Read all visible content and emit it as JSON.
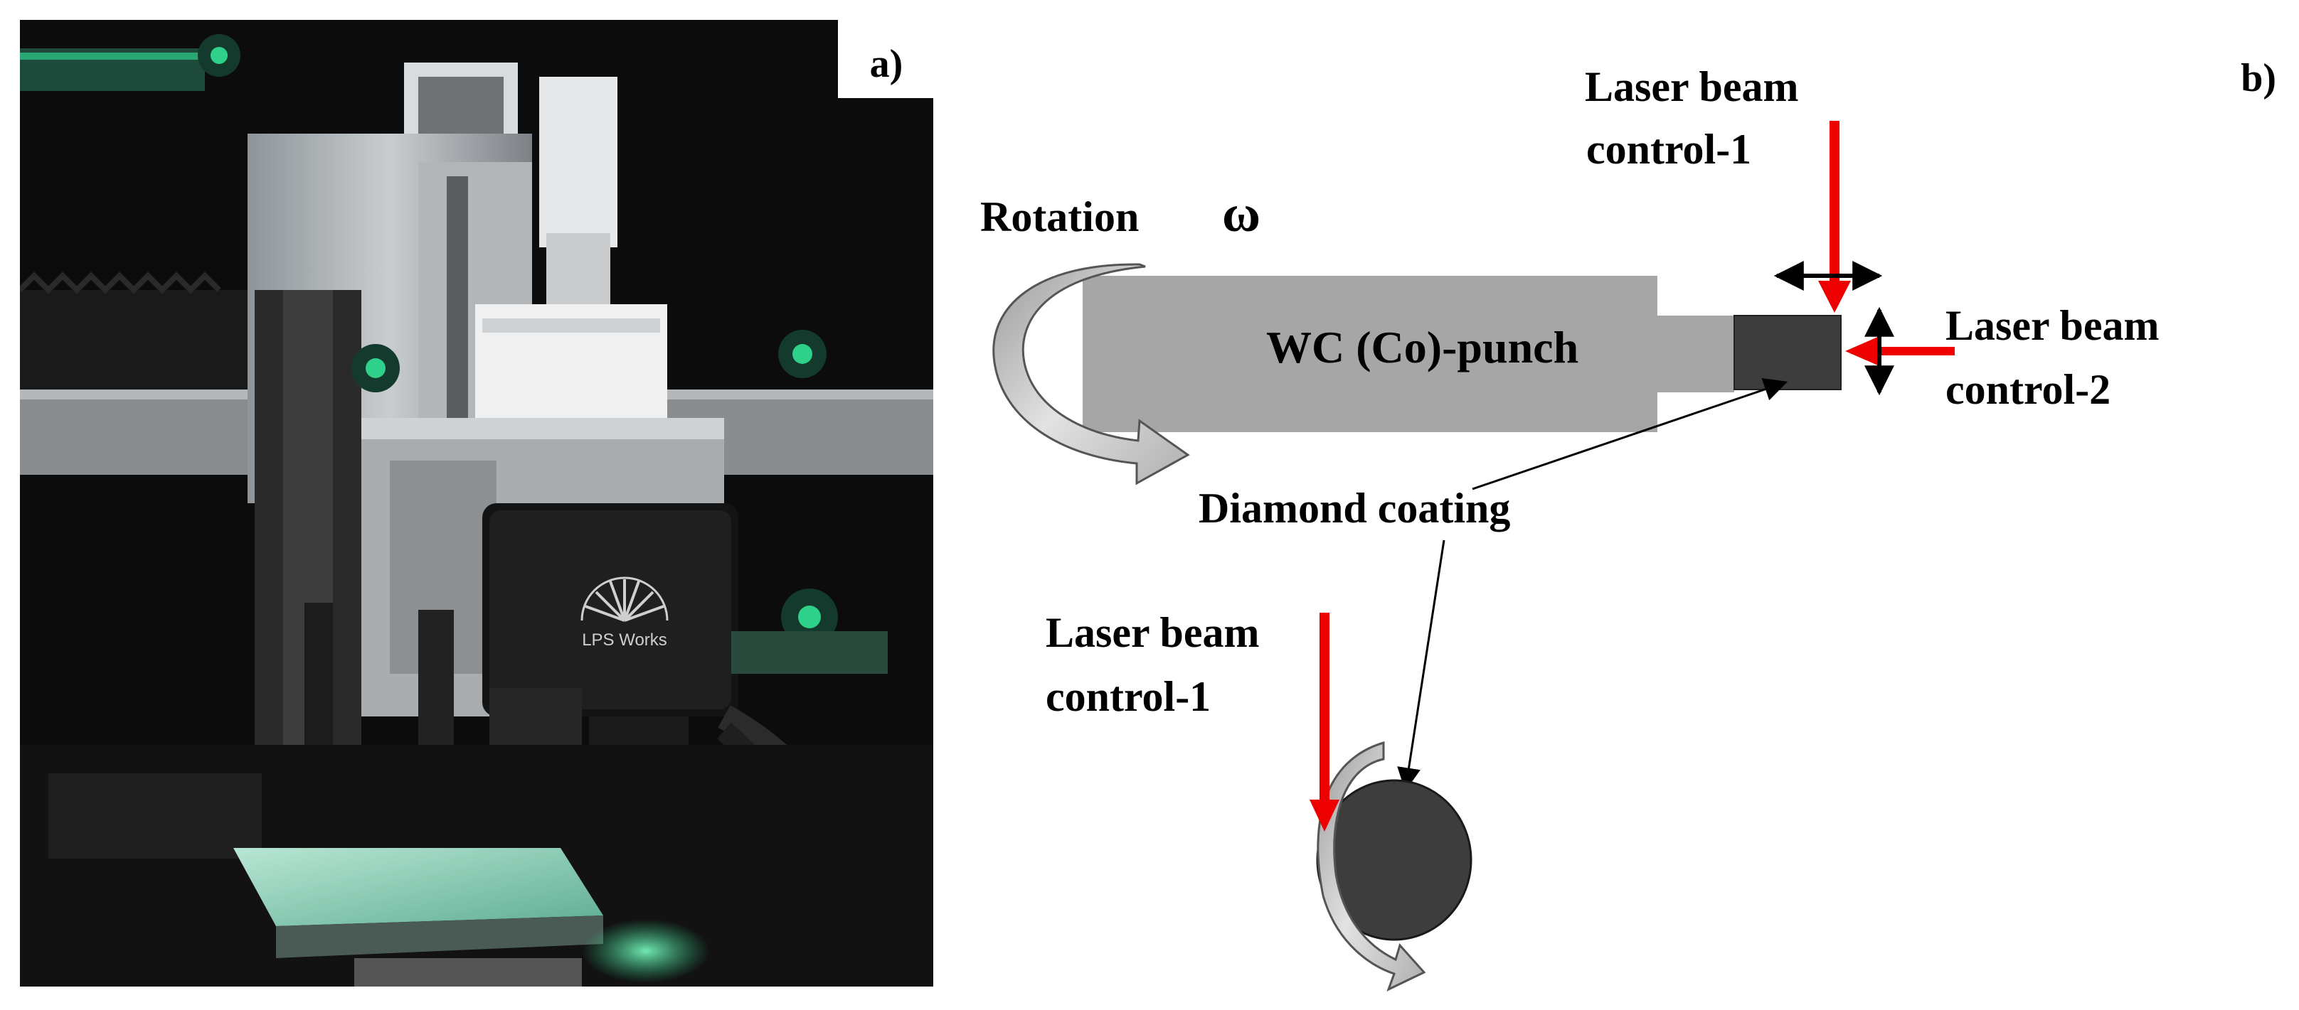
{
  "panel_a": {
    "label": "a)",
    "scanner_logo_text": "LPS Works"
  },
  "panel_b": {
    "label": "b)",
    "rotation_label": "Rotation",
    "omega_symbol": "ω",
    "punch_label": "WC (Co)-punch",
    "beam1_top_line1": "Laser beam",
    "beam1_top_line2": "control-1",
    "beam2_line1": "Laser beam",
    "beam2_line2": "control-2",
    "coating_label": "Diamond coating",
    "beam1_bottom_line1": "Laser beam",
    "beam1_bottom_line2": "control-1"
  },
  "colors": {
    "laser": "#ee0000",
    "punch_body": "#a6a6a6",
    "coating": "#3d3d3d",
    "rotation_arrow": "#c8c8c8",
    "photo_bg": "#0c0c0c",
    "green_light": "#2fd08a"
  }
}
